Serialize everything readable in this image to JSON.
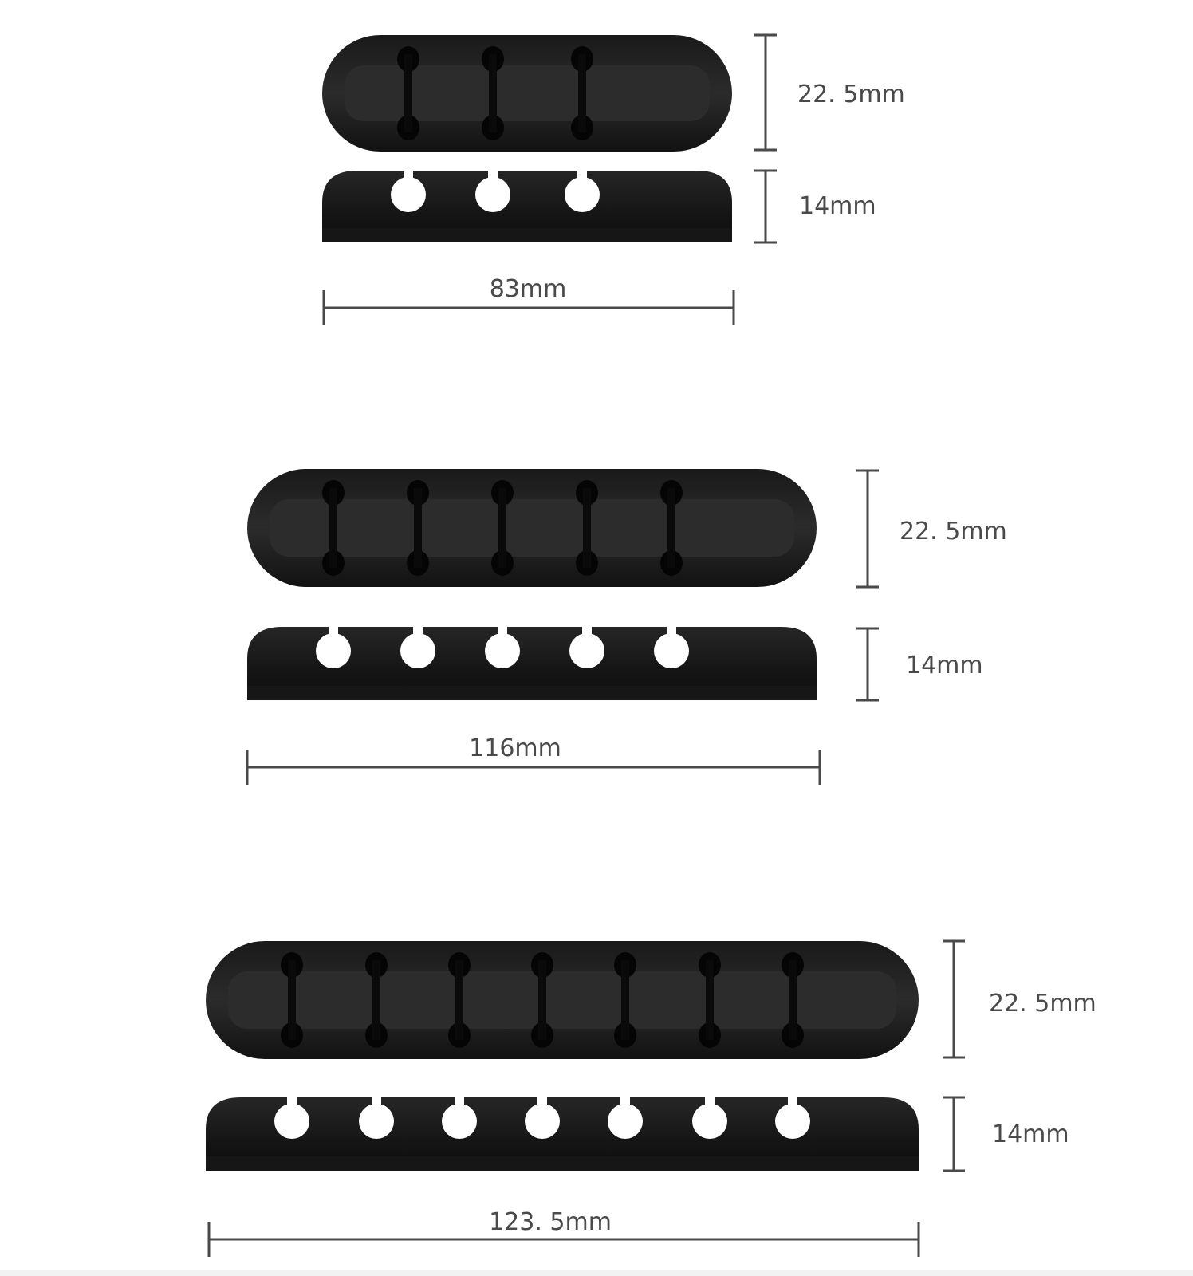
{
  "colors": {
    "background": "#ffffff",
    "product": "#161616",
    "product_highlight": "#2c2c2c",
    "dimension": "#4a4a4a"
  },
  "organizers": [
    {
      "slots": 3,
      "height_label": "22. 5mm",
      "depth_label": "14mm",
      "width_label": "83mm"
    },
    {
      "slots": 5,
      "height_label": "22. 5mm",
      "depth_label": "14mm",
      "width_label": "116mm"
    },
    {
      "slots": 7,
      "height_label": "22. 5mm",
      "depth_label": "14mm",
      "width_label": "123. 5mm"
    }
  ]
}
